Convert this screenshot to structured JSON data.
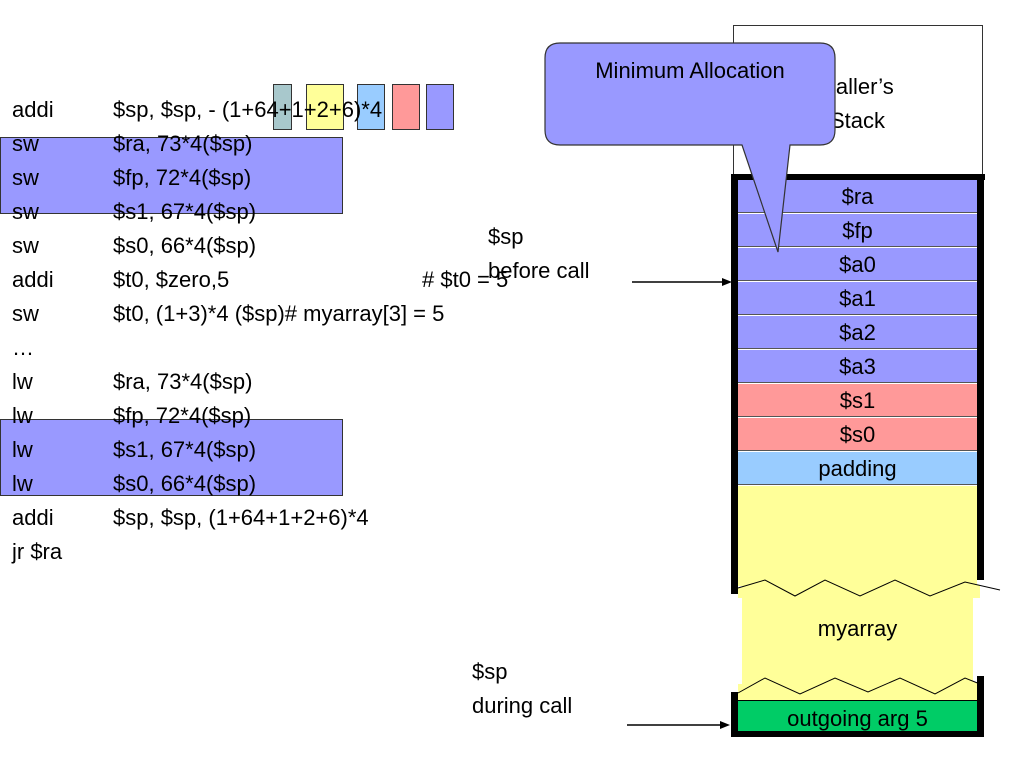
{
  "code": [
    {
      "op": "addi",
      "args": "$sp, $sp, - (1+64+1+2+6)*4"
    },
    {
      "op": "sw",
      "args": "$ra, 73*4($sp)"
    },
    {
      "op": "sw",
      "args": "$fp, 72*4($sp)"
    },
    {
      "op": "sw",
      "args": "$s1, 67*4($sp)"
    },
    {
      "op": "sw",
      "args": "$s0, 66*4($sp)"
    },
    {
      "op": "addi",
      "args": "$t0, $zero,5"
    },
    {
      "op": "sw",
      "args": "$t0, (1+3)*4 ($sp)# myarray[3] = 5"
    },
    {
      "op": "…",
      "args": ""
    },
    {
      "op": "lw",
      "args": "$ra, 73*4($sp)"
    },
    {
      "op": "lw",
      "args": "$fp, 72*4($sp)"
    },
    {
      "op": "lw",
      "args": "$s1, 67*4($sp)"
    },
    {
      "op": "lw",
      "args": "$s0, 66*4($sp)"
    },
    {
      "op": "addi",
      "args": "$sp, $sp,  (1+64+1+2+6)*4"
    },
    {
      "op": "jr $ra",
      "args": ""
    }
  ],
  "comment_t0": "# $t0 = 5",
  "callout": "Minimum Allocation",
  "callers_stack": [
    "Caller’s",
    "Stack"
  ],
  "sp_before_call": [
    "$sp",
    "before call"
  ],
  "sp_during_call": [
    "$sp",
    "during call"
  ],
  "stack": [
    {
      "label": "$ra",
      "color": "#9999ff"
    },
    {
      "label": "$fp",
      "color": "#9999ff"
    },
    {
      "label": "$a0",
      "color": "#9999ff"
    },
    {
      "label": "$a1",
      "color": "#9999ff"
    },
    {
      "label": "$a2",
      "color": "#9999ff"
    },
    {
      "label": "$a3",
      "color": "#9999ff"
    },
    {
      "label": "$s1",
      "color": "#ff9999"
    },
    {
      "label": "$s0",
      "color": "#ff9999"
    },
    {
      "label": "padding",
      "color": "#99ccff"
    }
  ],
  "myarray": {
    "label": "myarray",
    "color": "#ffff99"
  },
  "outgoing": {
    "label": "outgoing arg 5",
    "color": "#00cc66"
  },
  "chip_colors": {
    "one": "#a8c8cc",
    "sixtyfour": "#ffff99",
    "onebis": "#99ccff",
    "two": "#ff9999",
    "six": "#9999ff"
  }
}
